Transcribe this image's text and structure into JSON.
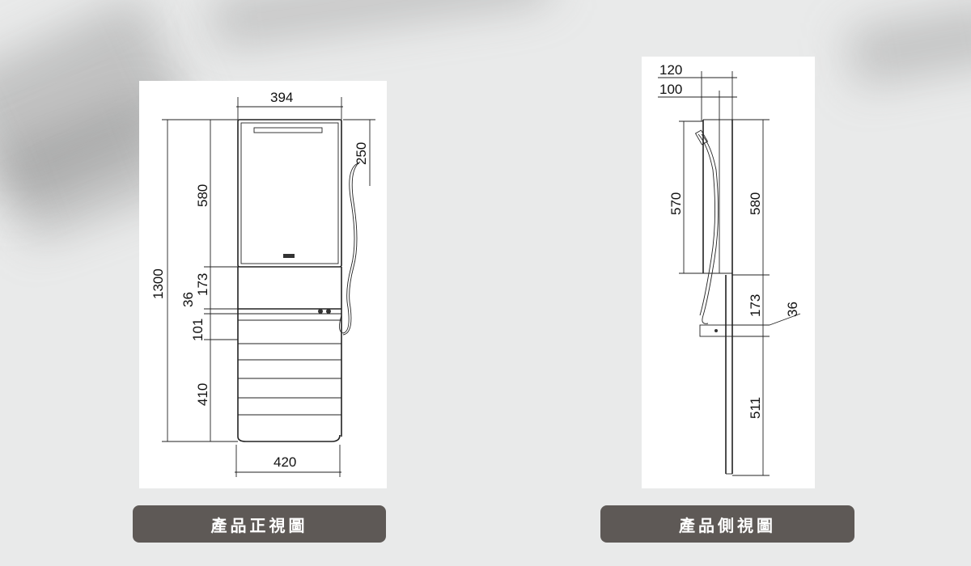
{
  "front_view": {
    "caption": "產品正視圖",
    "dims": {
      "top_width": "394",
      "bottom_width": "420",
      "total_height": "1300",
      "mirror_height": "580",
      "upper_gap": "173",
      "shelf_thickness": "36",
      "shelf_gap": "101",
      "rail_height": "410",
      "hose_offset": "250"
    }
  },
  "side_view": {
    "caption": "產品側視圖",
    "dims": {
      "depth_outer": "120",
      "depth_inner": "100",
      "mirror_inner_height": "570",
      "mirror_height": "580",
      "upper_gap": "173",
      "shelf_thickness": "36",
      "lower_height": "511"
    }
  }
}
